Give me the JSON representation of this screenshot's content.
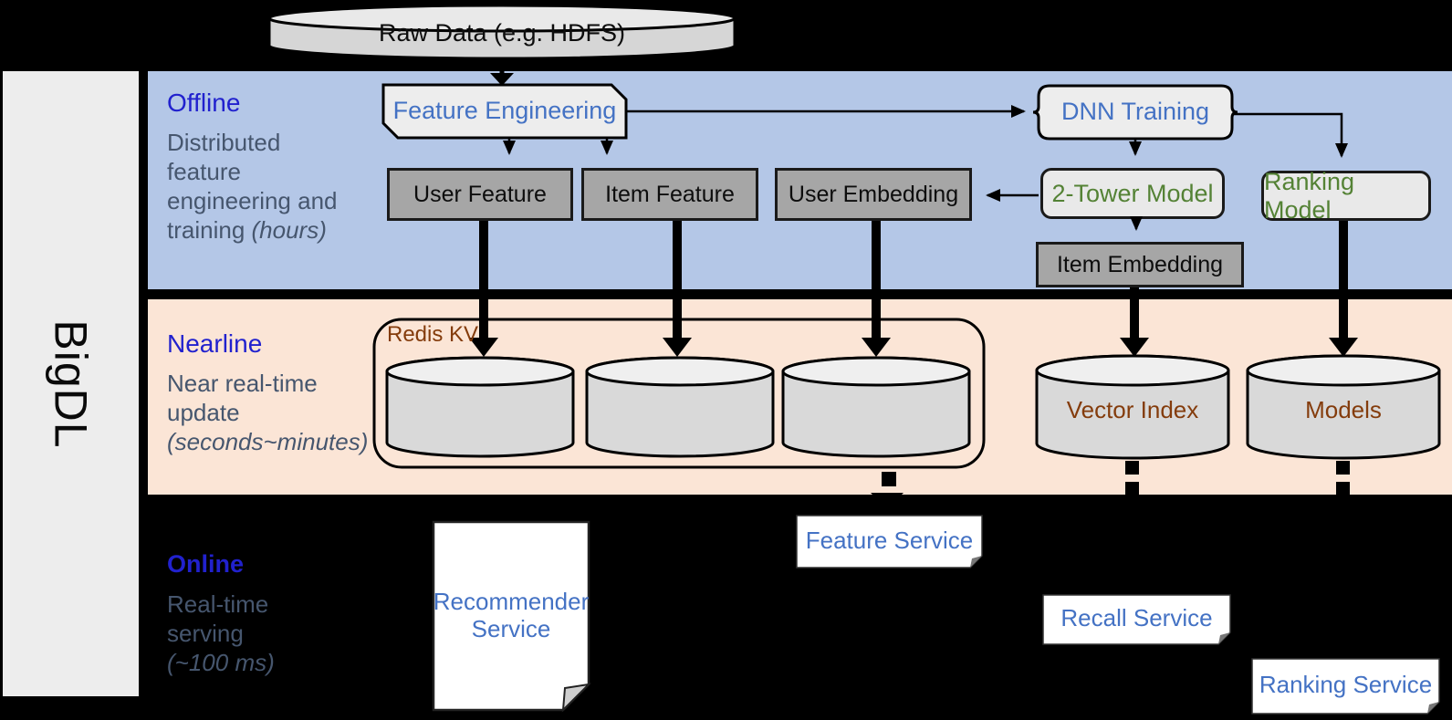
{
  "colors": {
    "offline_band": "#B4C7E7",
    "nearline_band": "#FBE5D6",
    "background": "#000000",
    "lane_heading_blue": "#2121CE",
    "node_text_blue": "#4472C4",
    "node_text_green": "#548235",
    "node_text_brown": "#843C0C",
    "gray_box_fill": "#A6A6A6",
    "light_box_fill": "#E9E9E9",
    "cylinder_fill": "#D9D9D9"
  },
  "brand": {
    "label": "BigDL"
  },
  "raw_data": {
    "label": "Raw Data (e.g. HDFS)"
  },
  "lanes": {
    "offline": {
      "title": "Offline",
      "line1": "Distributed",
      "line2": "feature",
      "line3": "engineering and",
      "line4": "training ",
      "line4_italic": "(hours)"
    },
    "nearline": {
      "title": "Nearline",
      "line1": "Near real-time",
      "line2": "update",
      "line3_italic": "(seconds~minutes)"
    },
    "online": {
      "title": "Online",
      "line1": "Real-time",
      "line2": "serving",
      "line3_italic": "(~100 ms)"
    }
  },
  "nodes": {
    "feature_engineering": {
      "label": "Feature Engineering"
    },
    "dnn_training": {
      "label": "DNN Training"
    },
    "user_feature": {
      "label": "User Feature"
    },
    "item_feature": {
      "label": "Item Feature"
    },
    "user_embedding": {
      "label": "User Embedding"
    },
    "two_tower_model": {
      "label": "2-Tower Model"
    },
    "ranking_model": {
      "label": "Ranking Model"
    },
    "item_embedding": {
      "label": "Item Embedding"
    },
    "redis_kv": {
      "label": "Redis KV"
    },
    "vector_index": {
      "label": "Vector Index"
    },
    "models": {
      "label": "Models"
    },
    "recommender_service": {
      "label": "Recommender Service"
    },
    "feature_service": {
      "label": "Feature Service"
    },
    "recall_service": {
      "label": "Recall Service"
    },
    "ranking_service": {
      "label": "Ranking Service"
    }
  }
}
